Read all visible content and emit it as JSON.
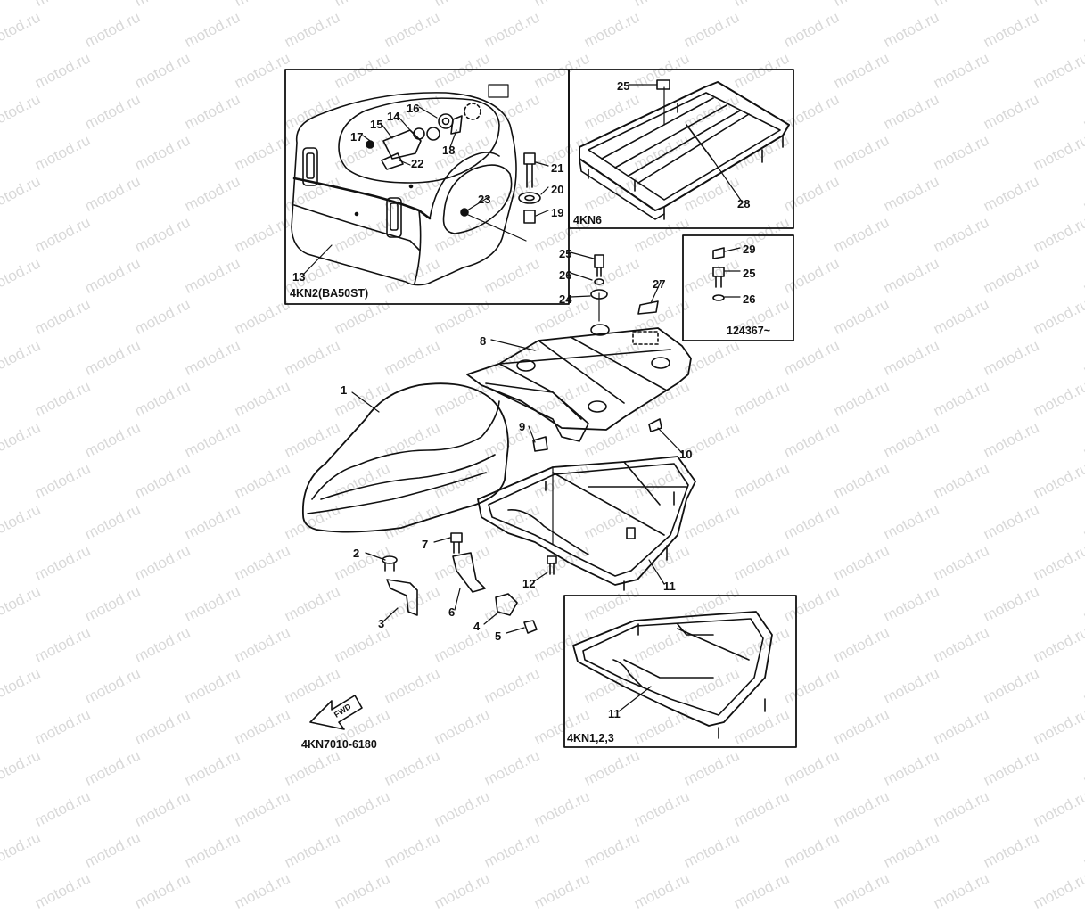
{
  "watermark": {
    "text": "motod.ru"
  },
  "boxes": {
    "top_case_kit": "4KN2(BA50ST)",
    "carrier_rack_kit": "4KN6",
    "later_models_inset": "124367~",
    "standard_rack_kit": "4KN1,2,3"
  },
  "diagram_code": "4KN7010-6180",
  "fwd_label": "FWD",
  "callouts": {
    "p1": "1",
    "p2": "2",
    "p3": "3",
    "p4": "4",
    "p5": "5",
    "p6": "6",
    "p7": "7",
    "p8": "8",
    "p9": "9",
    "p10": "10",
    "p11": "11",
    "p11b": "11",
    "p12": "12",
    "p13": "13",
    "p14": "14",
    "p15": "15",
    "p16": "16",
    "p17": "17",
    "p18": "18",
    "p19": "19",
    "p20": "20",
    "p21": "21",
    "p22": "22",
    "p23": "23",
    "p24": "24",
    "p25": "25",
    "p25b": "25",
    "p25c": "25",
    "p26": "26",
    "p26b": "26",
    "p27": "27",
    "p28": "28",
    "p29": "29"
  }
}
